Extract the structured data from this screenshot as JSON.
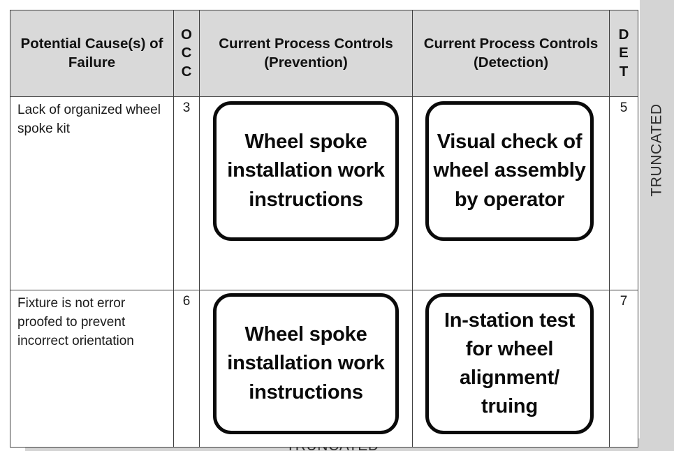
{
  "table": {
    "headers": [
      {
        "id": "cause",
        "label": "Potential Cause(s) of Failure",
        "lines": [
          "Potential",
          "Cause(s) of",
          "Failure"
        ]
      },
      {
        "id": "occ",
        "label": "OCC",
        "lines": [
          "O",
          "C",
          "C"
        ]
      },
      {
        "id": "prevention",
        "label": "Current Process Controls (Prevention)",
        "lines": [
          "Current",
          "Process Controls",
          "(Prevention)"
        ]
      },
      {
        "id": "detection",
        "label": "Current Process Controls (Detection)",
        "lines": [
          "Current",
          "Process Controls",
          "(Detection)"
        ]
      },
      {
        "id": "det",
        "label": "DET",
        "lines": [
          "D",
          "E",
          "T"
        ]
      }
    ],
    "rows": [
      {
        "cause": "Lack of organized wheel spoke kit",
        "occ": "3",
        "prevention": "Wheel spoke installation work instructions",
        "detection": "Visual check of wheel assembly by operator",
        "det": "5"
      },
      {
        "cause": "Fixture is not error proofed to prevent incorrect orientation",
        "occ": "6",
        "prevention": "Wheel spoke installation work instructions",
        "detection": "In-station test for wheel alignment/ truing",
        "det": "7"
      }
    ]
  },
  "truncation": {
    "right_label": "TRUNCATED",
    "bottom_label": "TRUNCATED"
  },
  "colors": {
    "header_background": "#d9d9d9",
    "truncation_band": "#d4d4d4",
    "grid_line": "#404040",
    "annotation_stroke": "#0a0a0a",
    "text": "#1a1a1a"
  }
}
